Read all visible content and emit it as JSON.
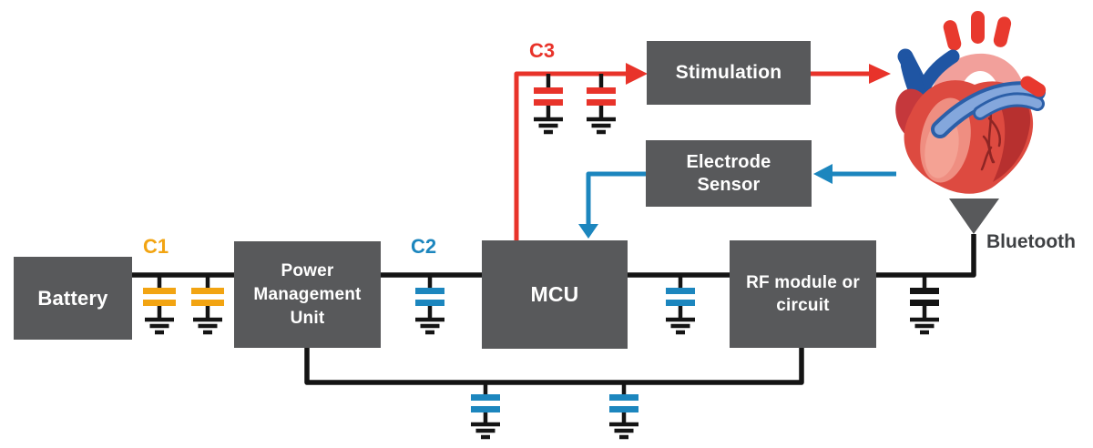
{
  "blocks": {
    "battery": {
      "label": "Battery"
    },
    "power_management": {
      "lines": [
        "Power",
        "Management",
        "Unit"
      ]
    },
    "mcu": {
      "label": "MCU"
    },
    "rf": {
      "lines": [
        "RF module or",
        "circuit"
      ]
    },
    "stimulation": {
      "label": "Stimulation"
    },
    "electrode_sensor": {
      "lines": [
        "Electrode",
        "Sensor"
      ]
    }
  },
  "labels": {
    "c1": "C1",
    "c2": "C2",
    "c3": "C3",
    "bluetooth": "Bluetooth"
  },
  "icons": {
    "antenna": "triangle-antenna",
    "ground": "earth-ground",
    "capacitor": "two-plate-capacitor",
    "heart": "anatomical-heart"
  },
  "colors": {
    "block_gray": "#58595b",
    "wire_black": "#141414",
    "cap_yellow": "#F2A412",
    "cap_blue": "#1C86BE",
    "cap_red": "#E8332A",
    "arrow_red": "#E8332A",
    "arrow_blue": "#1C86BE",
    "bluetooth_text": "#3E4043",
    "block_text": "#ffffff"
  }
}
